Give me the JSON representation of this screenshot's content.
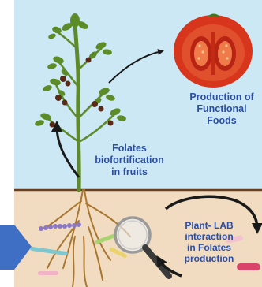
{
  "labels": {
    "functional_foods": [
      "Production of",
      "Functional",
      "Foods"
    ],
    "biofortification": [
      "Folates",
      "biofortification",
      "in fruits"
    ],
    "plant_lab": [
      "Plant- LAB",
      "interaction",
      "in Folates",
      "production"
    ]
  },
  "colors": {
    "sky": "#cce8f4",
    "soil": "#f1dcc1",
    "soil_line": "#6b3f1d",
    "label_text": "#2a4ea6",
    "tomato_outer": "#d8361c",
    "tomato_inner": "#f07a4a",
    "stem": "#5f8a2b",
    "leaf": "#5c8c28",
    "fruit": "#5a2a18",
    "arrow": "#1a1a1a",
    "side_arrow": "#3f6fc4"
  },
  "icons": [
    "plant-icon",
    "tomato-half-icon",
    "magnifier-icon",
    "bacteria-icon"
  ]
}
